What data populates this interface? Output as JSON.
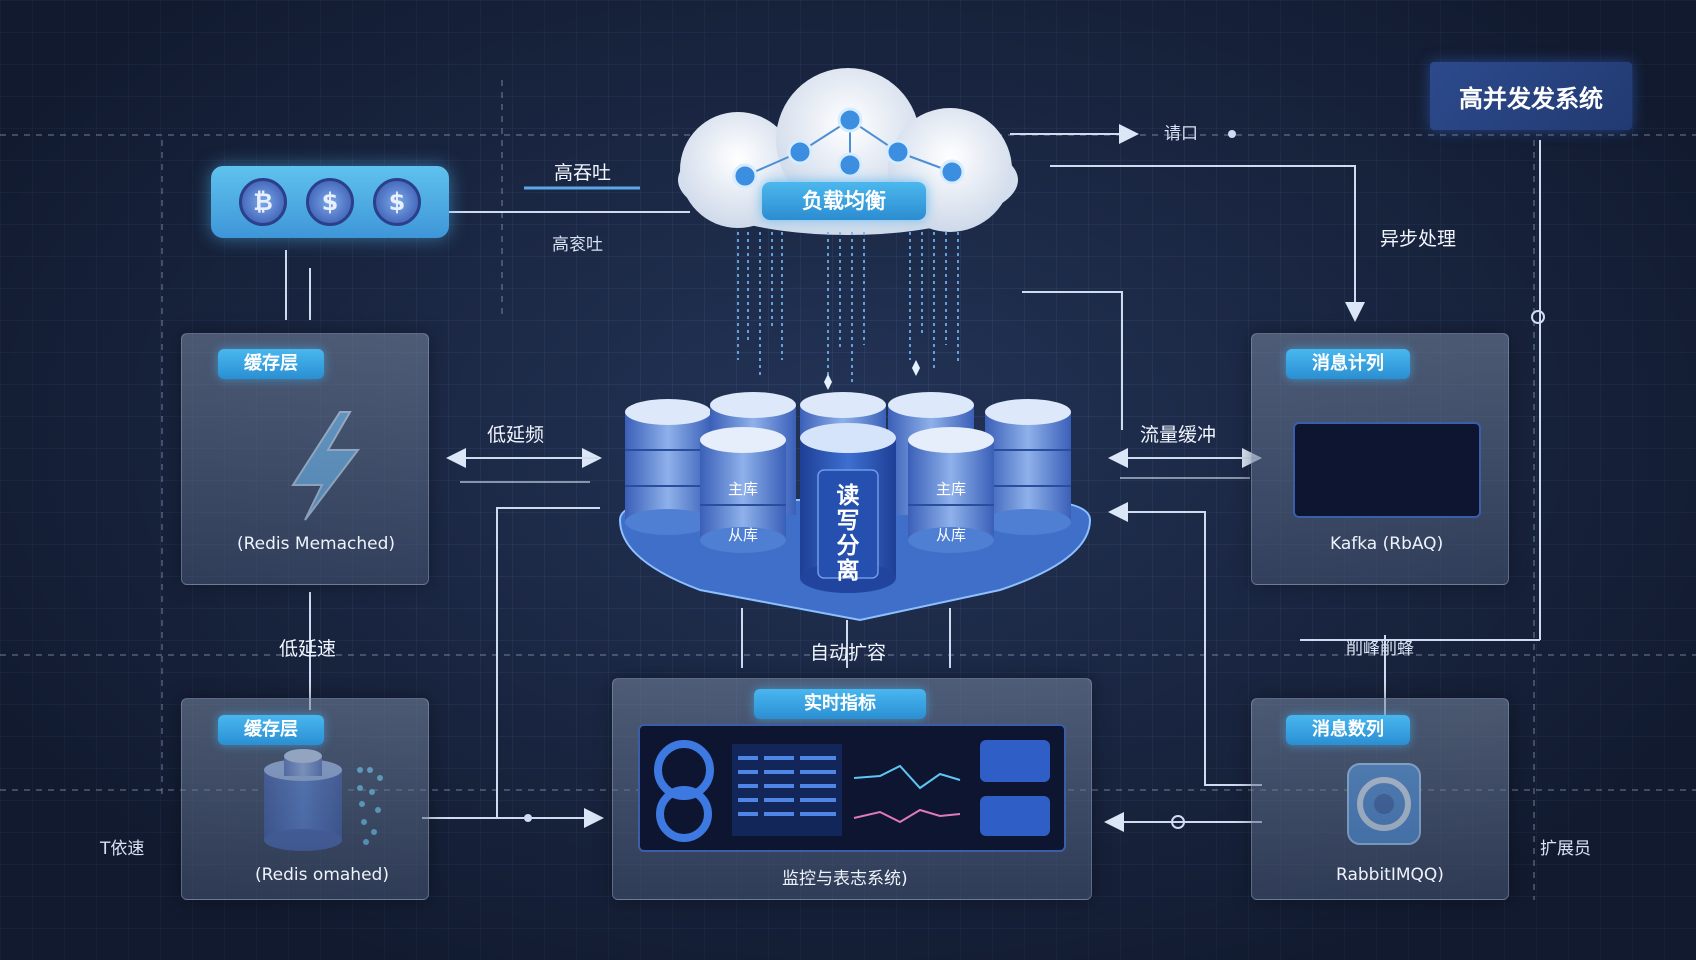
{
  "title": "高并发发系统",
  "cloud": {
    "label": "负载均衡"
  },
  "coins": {
    "items": [
      "₿",
      "$",
      "$"
    ]
  },
  "labels": {
    "high_throughput_1": "高吞吐",
    "high_throughput_2": "高衮吐",
    "request": "请口",
    "async": "异步处理",
    "low_latency_1": "低延频",
    "low_latency_2": "低延速",
    "traffic_buffer": "流量缓冲",
    "auto_scale": "自动扩容",
    "peak_shaving": "削峰削蜂",
    "left_bottom": "T依速",
    "right_bottom": "扩展员"
  },
  "cache_top": {
    "tag": "缓存层",
    "caption": "(Redis Memached)"
  },
  "cache_bottom": {
    "tag": "缓存层",
    "caption": "(Redis omahed)"
  },
  "mq_top": {
    "tag": "消息计列",
    "caption": "Kafka (RbAQ)"
  },
  "mq_bottom": {
    "tag": "消息数列",
    "caption": "RabbitIMQQ)"
  },
  "database": {
    "master_label": "主库",
    "slave_label": "从库",
    "rw_split": "读写分离"
  },
  "monitor": {
    "tag": "实时指标",
    "caption": "监控与表志系统)"
  }
}
